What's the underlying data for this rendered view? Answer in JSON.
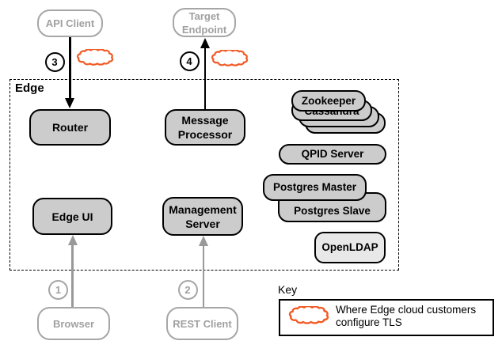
{
  "colors": {
    "node_fill": "#cccccc",
    "openldap_fill": "#e8e8e8",
    "external_gray": "#a6a6a6",
    "arrow_gray": "#999999",
    "tls_cloud_orange": "#f15a24"
  },
  "edge_group": {
    "label": "Edge"
  },
  "external": {
    "api_client": "API Client",
    "target_endpoint": "Target\nEndpoint",
    "browser": "Browser",
    "rest_client": "REST Client"
  },
  "internal": {
    "router": "Router",
    "message_processor": "Message\nProcessor",
    "edge_ui": "Edge UI",
    "management_server": "Management\nServer",
    "zookeeper": "Zookeeper",
    "cassandra": "Cassandra",
    "qpid_server": "QPID Server",
    "postgres_master": "Postgres Master",
    "postgres_slave": "Postgres Slave",
    "openldap": "OpenLDAP"
  },
  "markers": {
    "m1": "1",
    "m2": "2",
    "m3": "3",
    "m4": "4"
  },
  "key": {
    "title": "Key",
    "description": "Where Edge cloud customers\nconfigure TLS"
  }
}
